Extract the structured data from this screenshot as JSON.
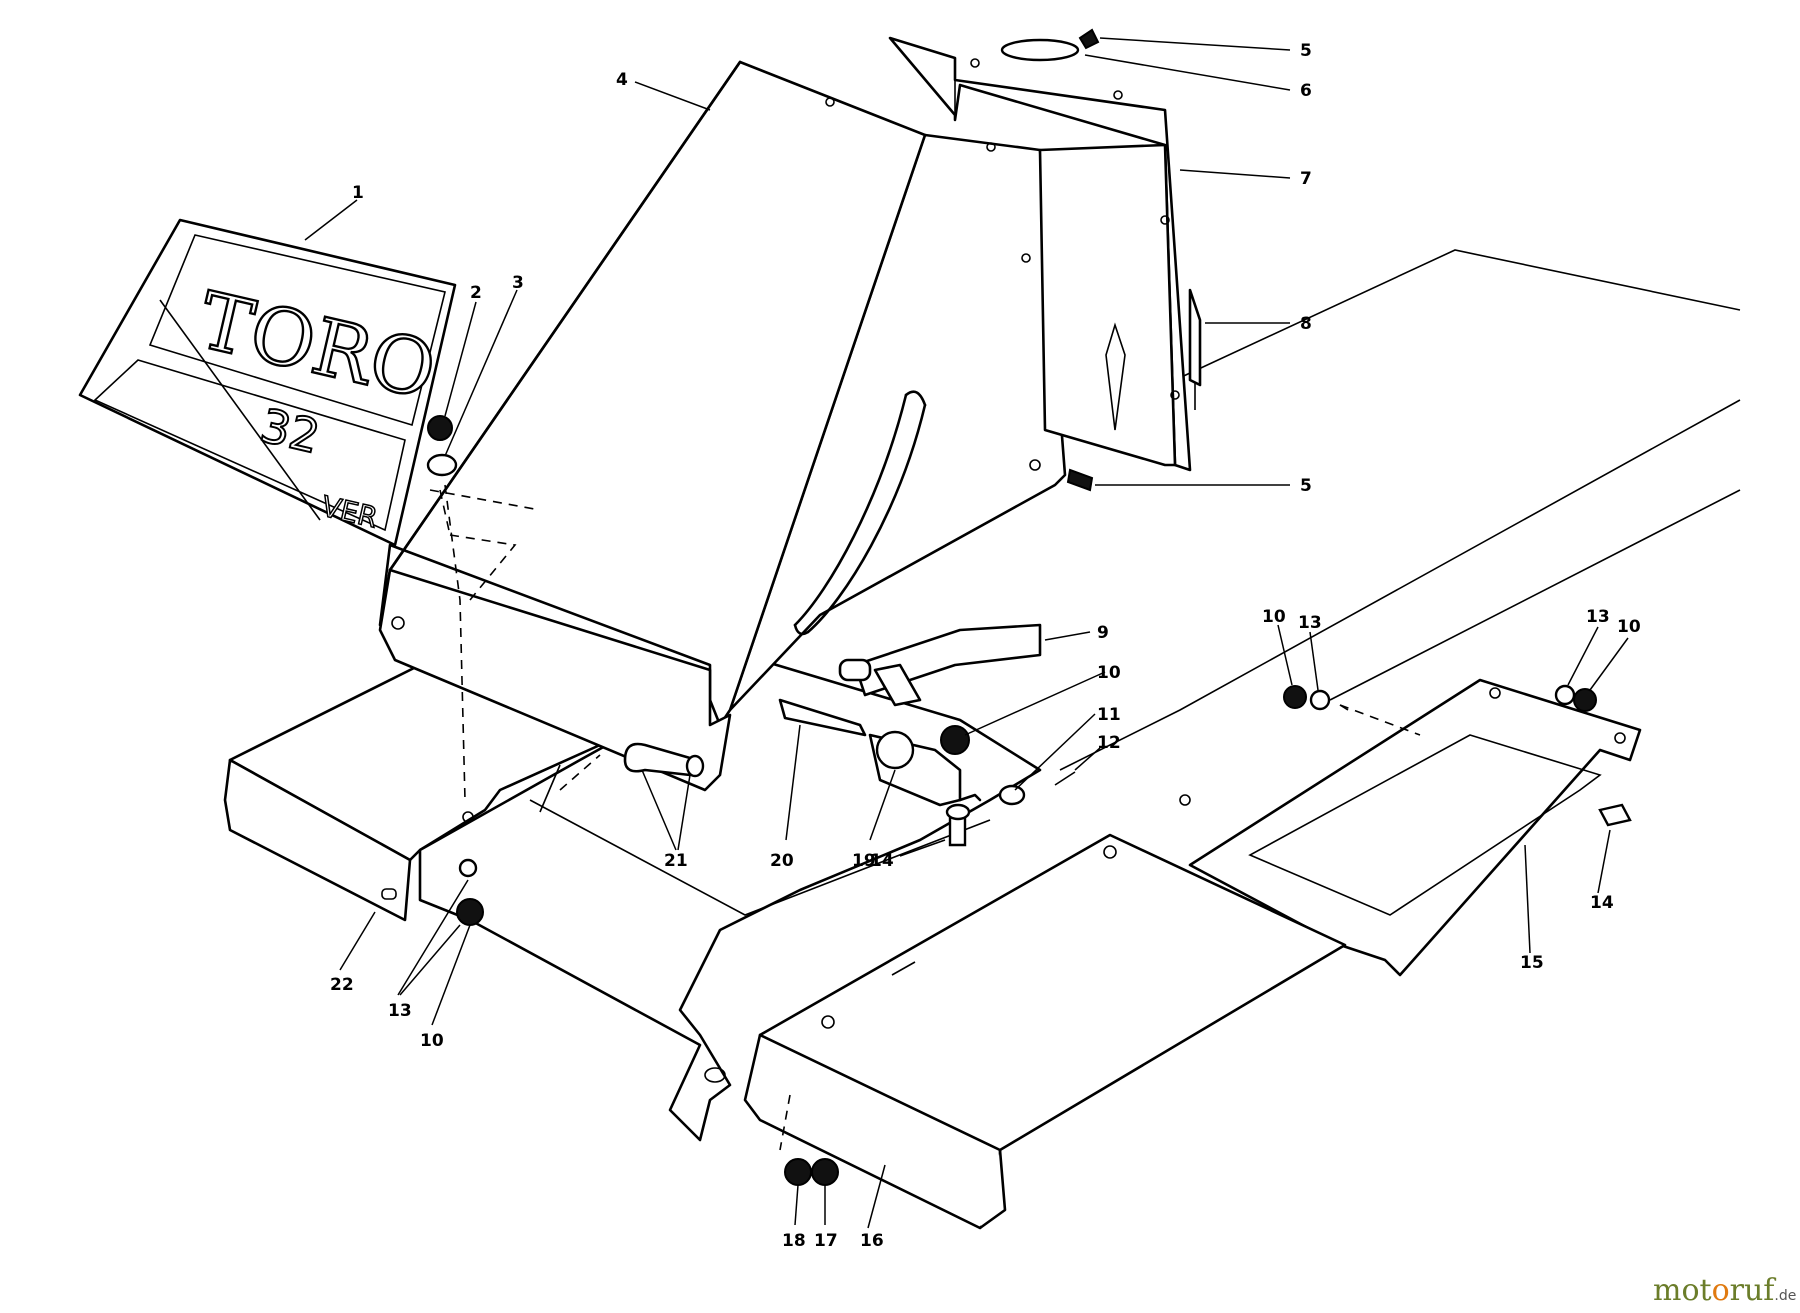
{
  "decal": {
    "brand": "TORO",
    "model": "32",
    "word_fragment": "VER"
  },
  "callouts": [
    {
      "id": "c1",
      "label": "1"
    },
    {
      "id": "c2",
      "label": "2"
    },
    {
      "id": "c3",
      "label": "3"
    },
    {
      "id": "c4",
      "label": "4"
    },
    {
      "id": "c5a",
      "label": "5"
    },
    {
      "id": "c6",
      "label": "6"
    },
    {
      "id": "c7",
      "label": "7"
    },
    {
      "id": "c8",
      "label": "8"
    },
    {
      "id": "c5b",
      "label": "5"
    },
    {
      "id": "c9",
      "label": "9"
    },
    {
      "id": "c10a",
      "label": "10"
    },
    {
      "id": "c11",
      "label": "11"
    },
    {
      "id": "c12",
      "label": "12"
    },
    {
      "id": "c10b",
      "label": "10"
    },
    {
      "id": "c13a",
      "label": "13"
    },
    {
      "id": "c13b",
      "label": "13"
    },
    {
      "id": "c10c",
      "label": "10"
    },
    {
      "id": "c21",
      "label": "21"
    },
    {
      "id": "c20",
      "label": "20"
    },
    {
      "id": "c19",
      "label": "19"
    },
    {
      "id": "c14a",
      "label": "14"
    },
    {
      "id": "c14b",
      "label": "14"
    },
    {
      "id": "c15",
      "label": "15"
    },
    {
      "id": "c22",
      "label": "22"
    },
    {
      "id": "c13c",
      "label": "13"
    },
    {
      "id": "c10d",
      "label": "10"
    },
    {
      "id": "c18a",
      "label": "18"
    },
    {
      "id": "c17",
      "label": "17"
    },
    {
      "id": "c16",
      "label": "16"
    }
  ],
  "watermark": {
    "text_before_o": "mot",
    "text_o": "o",
    "text_after_o": "ruf",
    "tld": ".de"
  }
}
